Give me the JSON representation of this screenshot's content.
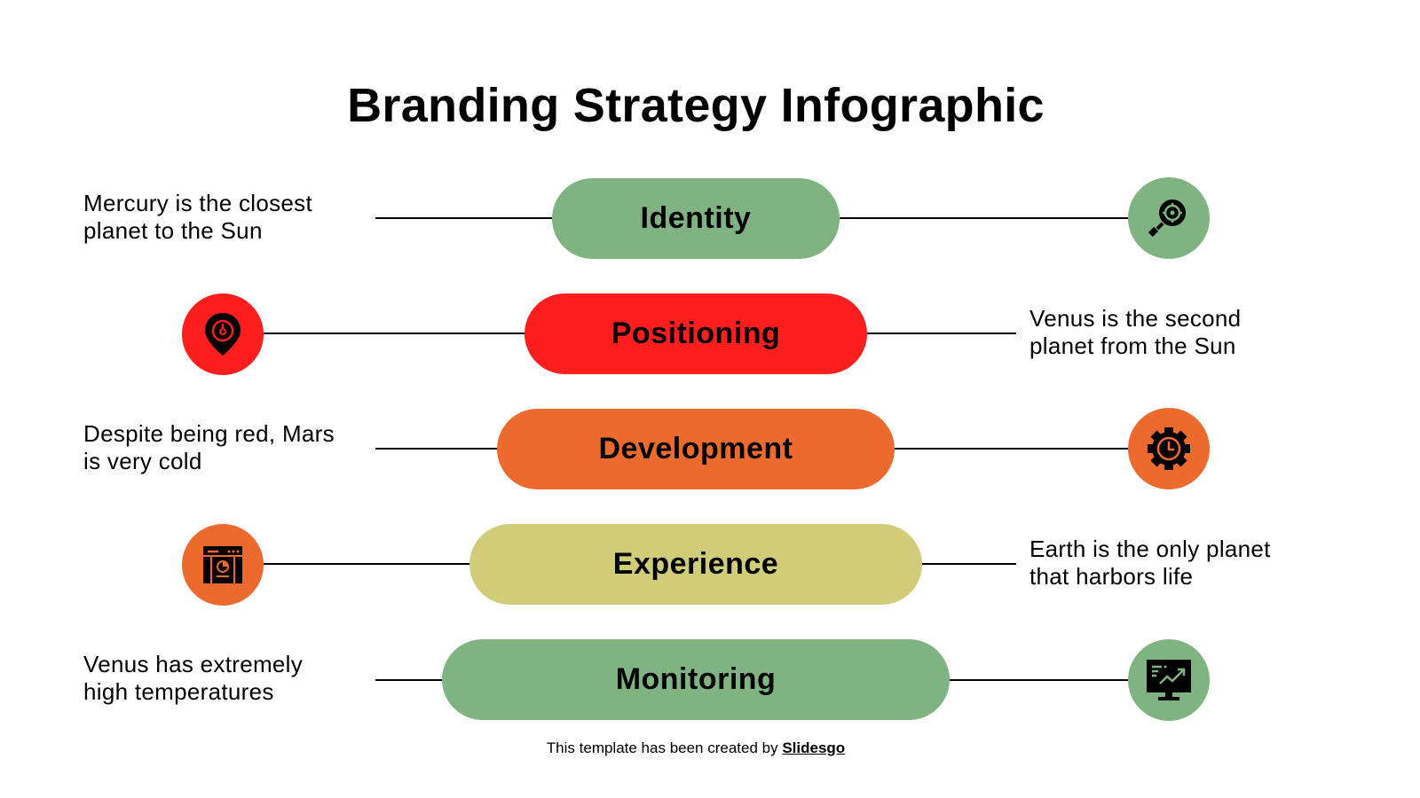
{
  "title": "Branding Strategy Infographic",
  "colors": {
    "green": "#7fb381",
    "red": "#fe1e1e",
    "orange": "#ed6a2f",
    "yellow": "#d0cc7a"
  },
  "rows": [
    {
      "label": "Identity",
      "color": "#7fb381",
      "icon": "target-search-icon",
      "icon_side": "right",
      "description_line1": "Mercury is the closest",
      "description_line2": "planet to the Sun",
      "description_side": "left"
    },
    {
      "label": "Positioning",
      "color": "#fe1e1e",
      "icon": "location-pin-icon",
      "icon_side": "left",
      "description_line1": "Venus is the second",
      "description_line2": "planet from the Sun",
      "description_side": "right"
    },
    {
      "label": "Development",
      "color": "#ed6a2f",
      "icon": "gear-clock-icon",
      "icon_side": "right",
      "description_line1": "Despite being red, Mars",
      "description_line2": "is very cold",
      "description_side": "left"
    },
    {
      "label": "Experience",
      "color": "#ed6a2f",
      "pill_color": "#d0cc7a",
      "icon": "browser-chart-icon",
      "icon_side": "left",
      "description_line1": "Earth is the only planet",
      "description_line2": "that harbors life",
      "description_side": "right"
    },
    {
      "label": "Monitoring",
      "color": "#7fb381",
      "icon": "monitor-chart-icon",
      "icon_side": "right",
      "description_line1": "Venus has extremely",
      "description_line2": "high temperatures",
      "description_side": "left"
    }
  ],
  "footer": {
    "text": "This template has been created by ",
    "brand": "Slidesgo"
  }
}
